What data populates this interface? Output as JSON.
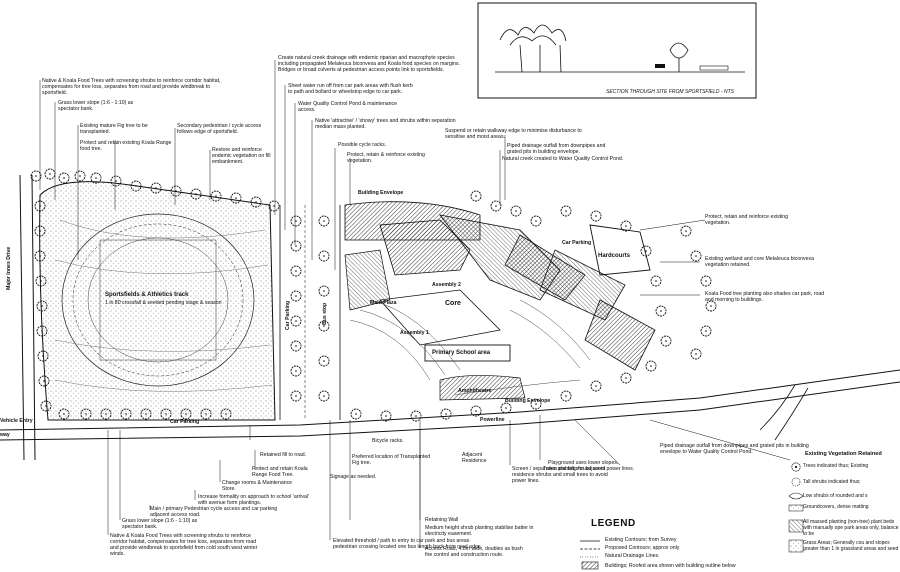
{
  "labels": {
    "native_food_top": "Native & Koala Food Trees with screening shrubs to reinforce corridor habitat, compensates for tree loss, separates from road and provide windbreak to sportsfield.",
    "grass_lower_top": "Grass lower slope (1:6 - 1:10) as spectator bank.",
    "fig_tree": "Existing mature Fig tree to be transplanted.",
    "koala_range": "Protect and retain existing Koala Range food tree.",
    "secondary_ped": "Secondary pedestrian / cycle access follows edge of sportsfield.",
    "restore_veg": "Restore and reinforce endemic vegetation on fill embankment.",
    "creek_drainage": "Create natural creek drainage with endemic riparian and macrophyte species including propagated Melaleuca biconvexa and Koala food species on margins. Bridges or broad culverts at pedestrian access points link to sportsfields.",
    "sheet_water": "Sheet water run off from car park areas with flush kerb to path and bollard or wheelstop edge to car park.",
    "water_pond": "Water Quality Control Pond & maintenance access.",
    "attractive_trees": "Native 'attractive' / 'showy' trees and shrubs within separation median mass planted.",
    "cycle_racks_top": "Possible cycle racks.",
    "protect_top": "Protect, retain & reinforce existing vegetation.",
    "building_envelope": "Building Envelope",
    "walkway_edge": "Suspend or retain walkway edge to minimise disturbance to sensitive and moist areas.",
    "piped_drainage_top": "Piped drainage outfall from downpipes and grated pits in building envelope.",
    "natural_creek": "Natural creek created to Water Quality Control Pond.",
    "protect_right": "Protect, retain and reinforce existing vegetation.",
    "wetland": "Existing wetland and core Melaleuca biconvexa vegetation retained.",
    "koala_shade": "Koala Food tree planting also shades car park, road and morning to buildings.",
    "hardcourts": "Hardcourts",
    "car_parking_right": "Car Parking",
    "sportsfields": "Sportsfields & Athletics track",
    "sportsfields_sub": "1 in 80 crossfall & seeded pending stage & season",
    "car_parking_mid": "Car Parking",
    "bus_stop": "Bus stop",
    "main_plaza": "Main Plaza",
    "core": "Core",
    "assembly1": "Assembly 1",
    "assembly2": "Assembly 2",
    "primary_school": "Primary School area",
    "amphitheatre": "Amphitheatre",
    "building_envelope2": "Building Envelope",
    "powerline": "Powerline",
    "road_name": "Major Innes Drive",
    "entry": "Vehicle Entry",
    "entry2": "way",
    "car_parking_bottom": "Car Parking",
    "retained_fill": "Retained fill to road.",
    "koala_bottom": "Protect and retain Koala Range Food Tree.",
    "change_rooms": "Change rooms & Maintenance Store.",
    "formality": "Increase formality on approach to school 'arrival' with avenue form plantings.",
    "main_ped": "Main / primary Pedestrian cycle access and car parking adjacent access road.",
    "grass_lower_bottom": "Grass lower slope (1:6 - 1:10) as spectator bank.",
    "native_food_bottom": "Native & Koala Food Trees with screening shrubs to reinforce corridor habitat, compensates for tree loss, separates from road and provide windbreak to sportsfield from cold south west winter winds.",
    "elevated_threshold": "Elevated threshold / path to entry to car park and bus areas pedestrian crossing located one bus length back from road edge.",
    "signage": "Signage as needed.",
    "fig_location": "Preferred location of Transplanted Fig tree.",
    "bicycle_racks": "Bicycle racks.",
    "retaining_wall": "Retaining Wall",
    "buffer": "Medium height shrub planting stabilise batter in electricity easement.",
    "access_road": "Access Road, 4.0m wide, doubles as bush fire control and construction route.",
    "screen_planting": "Screen / separation planting for adjacent residence shrubs and small trees to avoid power lines.",
    "adjacent_residence": "Adjacent Residence",
    "low_shrubs": "Trees and tall shrubs avoid power lines.",
    "playground": "Playground uses lower slopes.",
    "piped_bottom": "Piped drainage outfall from downpipes and grated pits in building envelope to Water Quality Control Pond."
  },
  "legend": {
    "title": "LEGEND",
    "existing_contours": "Existing Contours; from Survey",
    "proposed_contours": "Proposed Contours; approx only",
    "natural_drainage": "Natural Drainage Lines.",
    "buildings": "Buildings; Roofed area shown with building outline below"
  },
  "veg_legend": {
    "heading": "Existing Vegetation Retained",
    "trees": "Trees indicated thus; Existing",
    "tall_shrubs": "Tall shrubs indicated thus;",
    "low_shrubs": "Low shrubs of rounded and s",
    "groundcovers": "Groundcovers, dense matting",
    "massed": "All massed planting (non-tree) plant beds with manually ope park areas only, balance to be",
    "grass": "Grass Areas; Generally cou and slopes greater than 1 in grassland areas and seed"
  },
  "inset": {
    "caption": "SECTION THROUGH SITE FROM SPORTSFIELD - NTS"
  }
}
